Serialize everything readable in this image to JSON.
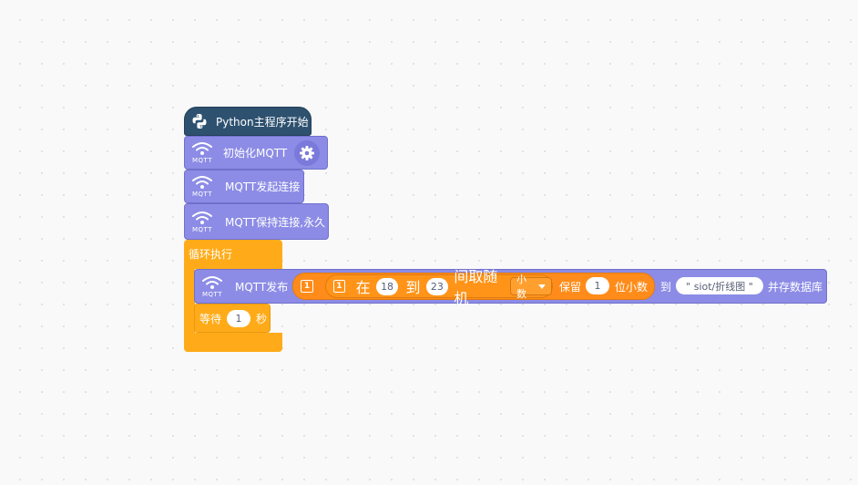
{
  "hat": {
    "label": "Python主程序开始",
    "icon": "python-icon"
  },
  "init": {
    "label": "初始化MQTT",
    "settings_icon": "gear-icon"
  },
  "connect": {
    "label": "MQTT发起连接"
  },
  "keep": {
    "label": "MQTT保持连接,永久"
  },
  "loop": {
    "label": "循环执行"
  },
  "publish": {
    "label": "MQTT发布",
    "in_label": "在",
    "from": "18",
    "to_label": "到",
    "to": "23",
    "random_label": "间取随机",
    "type_option": "小数",
    "keep_label": "保留",
    "decimals": "1",
    "decimals_label": "位小数",
    "dest_label": "到",
    "topic": "\" siot/折线图 \"",
    "save_label": "并存数据库"
  },
  "wait": {
    "label": "等待",
    "value": "1",
    "unit": "秒"
  },
  "mqtt_caption": "MQTT",
  "colors": {
    "mqtt": "#8c8ce6",
    "hat": "#2e5170",
    "control": "#ffab19",
    "operator": "#ff8c1a"
  }
}
